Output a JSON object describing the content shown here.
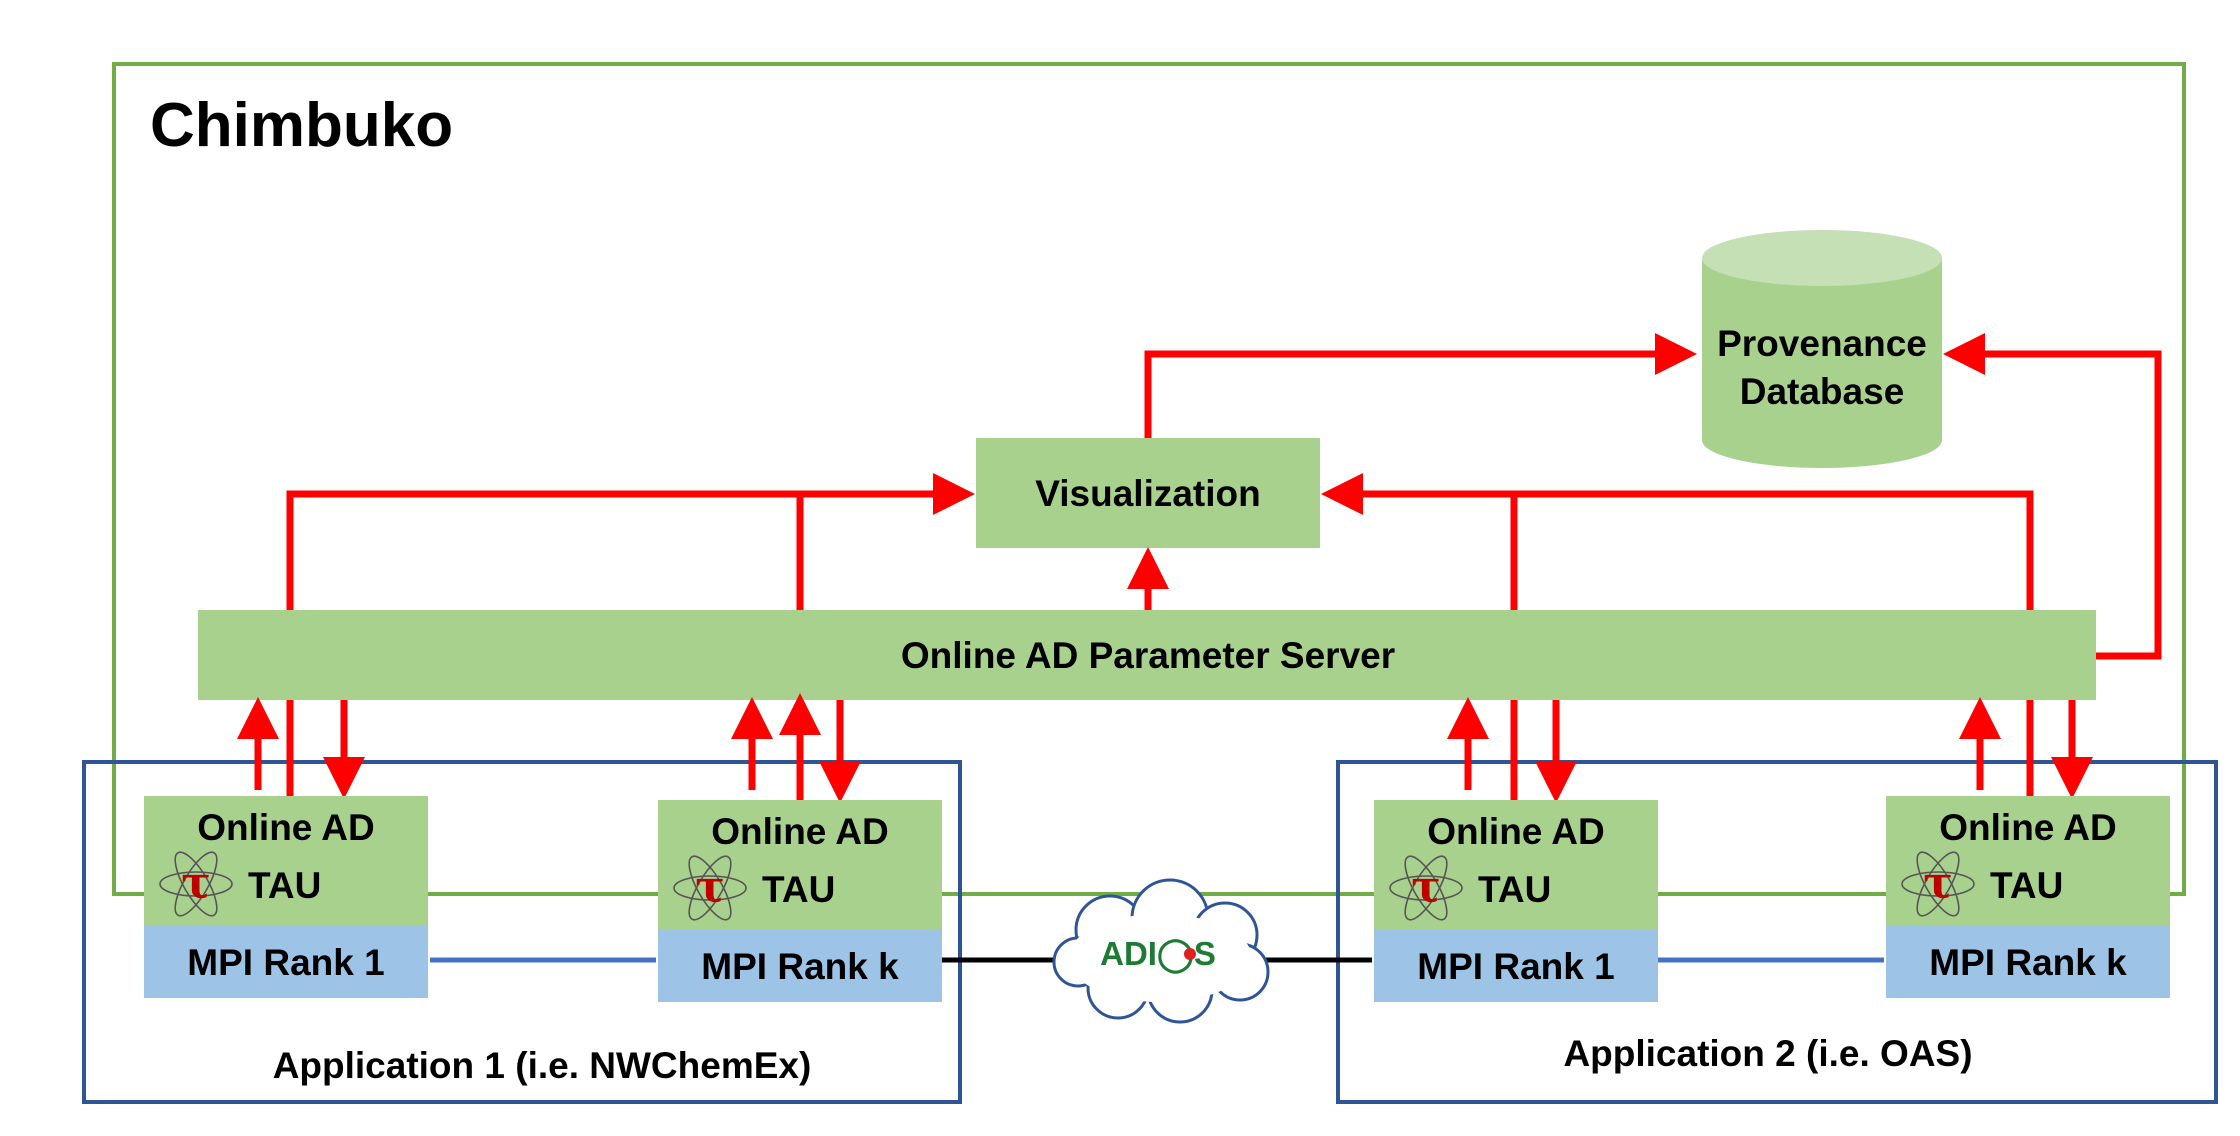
{
  "colors": {
    "chimbuko_border": "#70ad47",
    "app_border": "#2f5597",
    "box_fill": "#a9d18e",
    "mpi_fill": "#9dc3e6",
    "arrow": "#ff0000",
    "db_top": "#c5e0b4",
    "tau_symbol": "#c00000",
    "adios_green": "#1e7b34",
    "adios_red": "#e02020"
  },
  "icons": {
    "tau_logo": "tau-atom-logo",
    "adios_logo": "adios-cloud-logo"
  },
  "diagram": {
    "title": "Chimbuko",
    "database": {
      "line1": "Provenance",
      "line2": "Database"
    },
    "visualization": "Visualization",
    "parameter_server": "Online AD Parameter Server",
    "adios_label": "ADI◯S",
    "tau_symbol": "τ",
    "applications": [
      {
        "label": "Application 1 (i.e. NWChemEx)",
        "nodes": [
          {
            "ad_label": "Online AD",
            "tau_label": "TAU",
            "mpi_label": "MPI Rank 1"
          },
          {
            "ad_label": "Online AD",
            "tau_label": "TAU",
            "mpi_label": "MPI Rank k"
          }
        ]
      },
      {
        "label": "Application 2 (i.e. OAS)",
        "nodes": [
          {
            "ad_label": "Online AD",
            "tau_label": "TAU",
            "mpi_label": "MPI Rank 1"
          },
          {
            "ad_label": "Online AD",
            "tau_label": "TAU",
            "mpi_label": "MPI Rank k"
          }
        ]
      }
    ]
  }
}
